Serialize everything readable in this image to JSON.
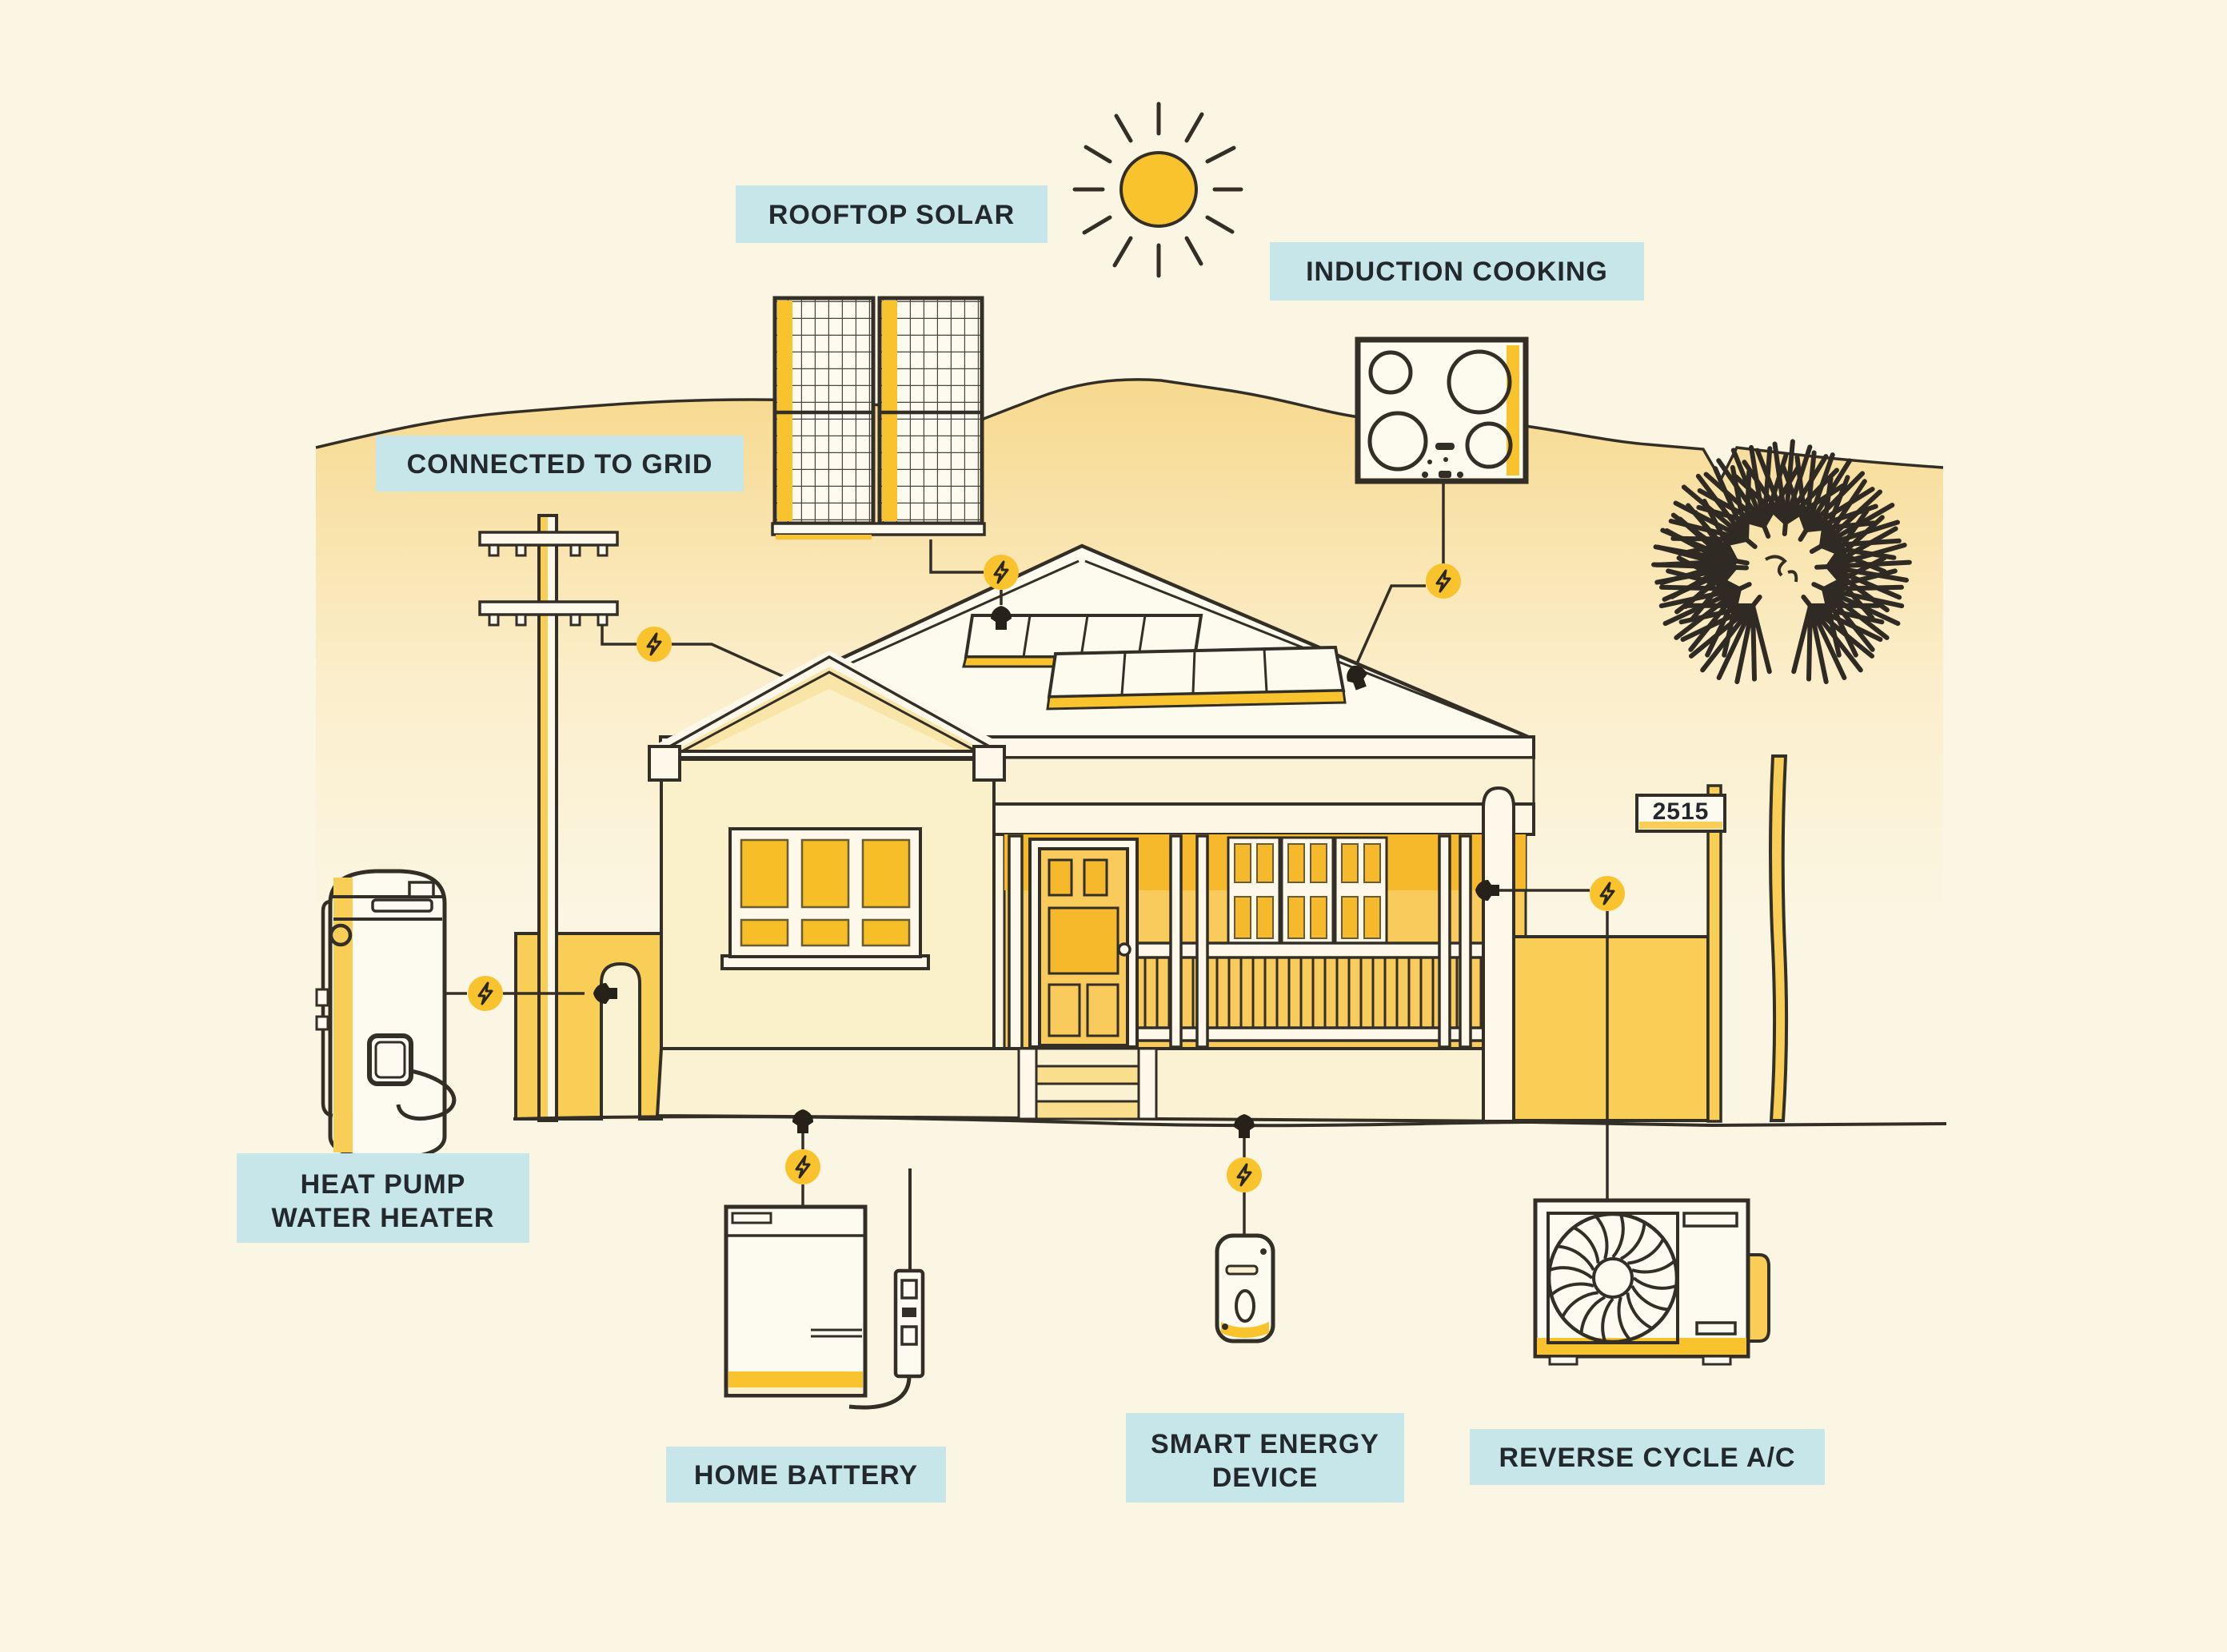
{
  "diagram": {
    "type": "electrified-home-illustration",
    "labels": {
      "rooftop_solar": "ROOFTOP SOLAR",
      "induction_cooking": "INDUCTION COOKING",
      "connected_to_grid": "CONNECTED TO GRID",
      "heat_pump_line1": "HEAT PUMP",
      "heat_pump_line2": "WATER HEATER",
      "home_battery": "HOME BATTERY",
      "smart_energy_line1": "SMART ENERGY",
      "smart_energy_line2": "DEVICE",
      "reverse_cycle_ac": "REVERSE CYCLE A/C"
    },
    "house_number": "2515",
    "icons": {
      "lightning_badge": "⚡",
      "plug_connector": "power-tap",
      "sun": "☀"
    },
    "colors": {
      "background": "#FBF6E3",
      "hill_top": "#F7D98E",
      "accent_gold": "#F8C32D",
      "gold_deep": "#F5B92B",
      "gold_mid": "#F9CB5C",
      "fence_gold": "#F8CE57",
      "pane_gold": "#F7BF27",
      "wall_cream": "#FAF0CA",
      "pediment": "#F9E5A8",
      "white_warm": "#FDF8EA",
      "roof_white": "#FDFAEE",
      "label_bg": "#C6E6E9",
      "text_dark": "#23282D",
      "line_dark": "#332E26"
    }
  }
}
